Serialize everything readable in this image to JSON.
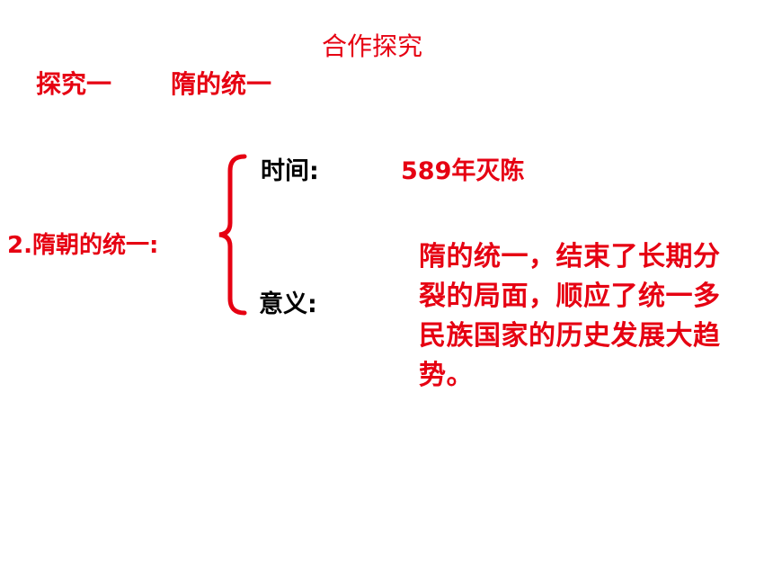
{
  "slide": {
    "title": "合作探究",
    "heading_1": "探究一",
    "heading_2": "隋的统一",
    "point_label": "2.隋朝的统一:",
    "time_label": "时间:",
    "time_value": "589年灭陈",
    "meaning_label": "意义:",
    "meaning_value": "隋的统一，结束了长期分裂的局面，顺应了统一多民族国家的历史发展大趋势。",
    "accent_color": "#e60012"
  }
}
